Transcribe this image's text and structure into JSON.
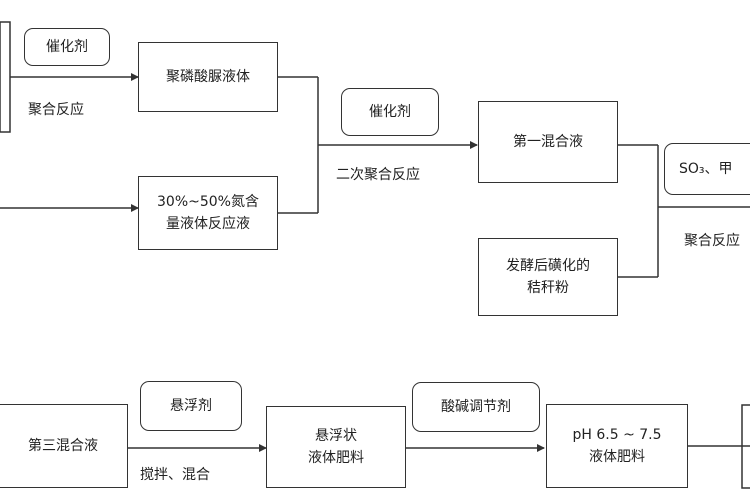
{
  "flow_top": {
    "catalyst_1": "催化剂",
    "polymerization_label_1": "聚合反应",
    "box_polyurea_liquid": "聚磷酸脲液体",
    "box_nitrogen_line1": "30%~50%氮含",
    "box_nitrogen_line2": "量液体反应液",
    "catalyst_2": "催化剂",
    "secondary_polymerization_label": "二次聚合反应",
    "box_first_mixture": "第一混合液",
    "box_straw_line1": "发酵后磺化的",
    "box_straw_line2": "秸秆粉",
    "partial_reagent": "SO₃、甲",
    "polymerization_label_2": "聚合反应"
  },
  "flow_bottom": {
    "box_third_mixture": "第三混合液",
    "suspending_agent": "悬浮剂",
    "stir_mix_label": "搅拌、混合",
    "box_suspension_line1": "悬浮状",
    "box_suspension_line2": "液体肥料",
    "ph_regulator": "酸碱调节剂",
    "box_ph_line1": "pH 6.5 ~ 7.5",
    "box_ph_line2": "液体肥料"
  }
}
